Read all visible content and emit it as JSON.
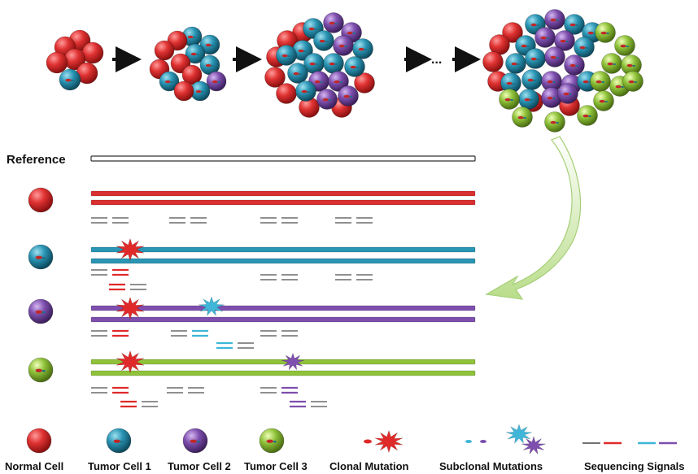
{
  "diagram": {
    "reference_label": "Reference",
    "ellipsis": "...",
    "legend": {
      "normal_cell": "Normal Cell",
      "tumor_cell_1": "Tumor Cell 1",
      "tumor_cell_2": "Tumor Cell 2",
      "tumor_cell_3": "Tumor Cell 3",
      "clonal_mutation": "Clonal Mutation",
      "subclonal_mutations": "Subclonal Mutations",
      "sequencing_signals": "Sequencing Signals"
    },
    "colors": {
      "normal": "#d93030",
      "tumor1": "#2a95b4",
      "tumor2": "#7e4fae",
      "tumor3": "#8fc23a",
      "clonal_mutation": "#e02a2a",
      "subclonal_blue": "#3fb6d8",
      "subclonal_purple": "#7e4fae",
      "signal_black": "#222222",
      "arrow_green": "#c8e4a0"
    }
  }
}
